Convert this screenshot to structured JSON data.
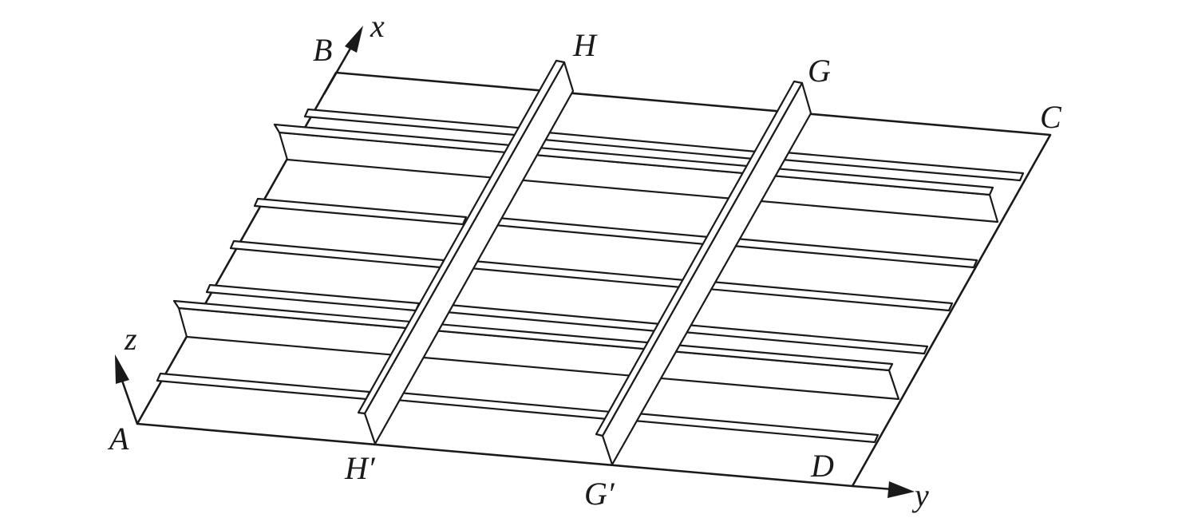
{
  "labels": {
    "A": "A",
    "B": "B",
    "C": "C",
    "D": "D",
    "H": "H",
    "G": "G",
    "H_prime": "H′",
    "G_prime": "G′",
    "x_axis": "x",
    "y_axis": "y",
    "z_axis": "z"
  }
}
